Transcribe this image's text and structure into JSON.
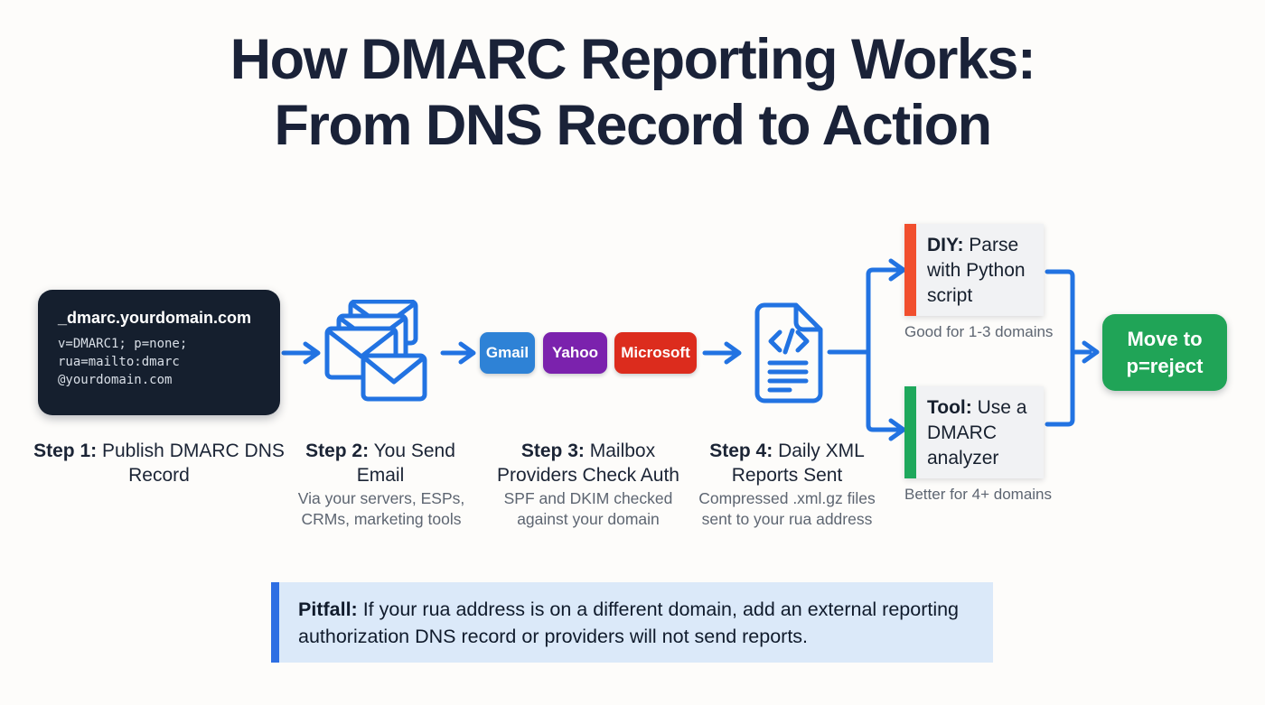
{
  "title": {
    "line1": "How DMARC Reporting Works:",
    "line2": "From DNS Record to Action"
  },
  "steps": [
    {
      "label_prefix": "Step 1:",
      "label": "Publish DMARC DNS Record",
      "dns_box": {
        "domain": "_dmarc.yourdomain.com",
        "record_lines": [
          "v=DMARC1; p=none;",
          "rua=mailto:dmarc",
          "@yourdomain.com"
        ]
      }
    },
    {
      "label_prefix": "Step 2:",
      "label": "You Send Email",
      "subtext": "Via your servers, ESPs, CRMs, marketing tools"
    },
    {
      "label_prefix": "Step 3:",
      "label": "Mailbox Providers Check Auth",
      "subtext": "SPF and DKIM checked against your domain",
      "providers": [
        {
          "name": "Gmail",
          "color": "#2e82d6"
        },
        {
          "name": "Yahoo",
          "color": "#7b22ad"
        },
        {
          "name": "Microsoft",
          "color": "#dc2c1d"
        }
      ]
    },
    {
      "label_prefix": "Step 4:",
      "label": "Daily XML Reports Sent",
      "subtext": "Compressed .xml.gz files sent to your rua address"
    }
  ],
  "options": [
    {
      "prefix": "DIY:",
      "text": "Parse with Python script",
      "note": "Good for 1-3 domains",
      "accent": "#f14f2e"
    },
    {
      "prefix": "Tool:",
      "text": "Use a DMARC analyzer",
      "note": "Better for 4+ domains",
      "accent": "#1ea85c"
    }
  ],
  "outcome": {
    "line1": "Move to",
    "line2": "p=reject",
    "color": "#20a457"
  },
  "pitfall": {
    "prefix": "Pitfall:",
    "text": "If your rua address is on a different domain, add an external reporting authorization DNS record or providers will not send reports.",
    "bg": "#dbe9f9",
    "stripe": "#2e6fe3"
  },
  "colors": {
    "arrow_blue": "#2273e2",
    "dns_box_bg": "#151f2e",
    "title_color": "#1a2238"
  }
}
